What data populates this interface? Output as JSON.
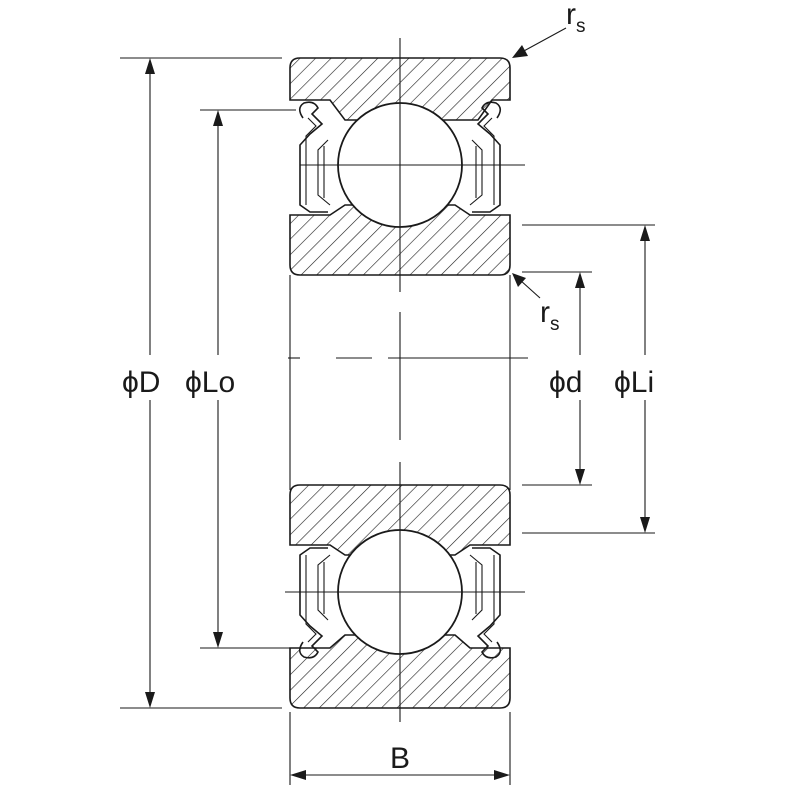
{
  "labels": {
    "outer_diameter": "ϕD",
    "outer_seal_diameter": "ϕLo",
    "bore_diameter": "ϕd",
    "inner_seal_diameter": "ϕLi",
    "width": "B",
    "chamfer_main": "r",
    "chamfer_sub": "s"
  },
  "colors": {
    "line": "#1a1a1a",
    "ring_fill": "#f4f4f4",
    "background": "#ffffff"
  }
}
